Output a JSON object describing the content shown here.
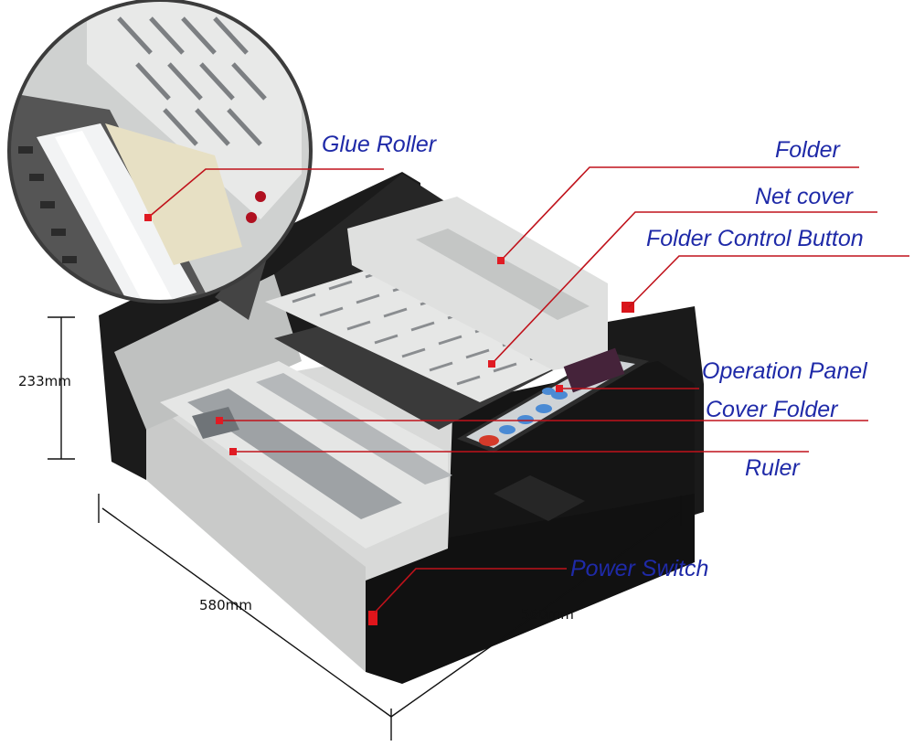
{
  "callouts": {
    "glue_roller": "Glue Roller",
    "folder": "Folder",
    "net_cover": "Net cover",
    "folder_control_button": "Folder Control Button",
    "operation_panel": "Operation Panel",
    "cover_folder": "Cover Folder",
    "ruler": "Ruler",
    "power_switch": "Power Switch"
  },
  "dimensions": {
    "height": "233mm",
    "length": "580mm",
    "width": "560mm"
  },
  "colors": {
    "label_text": "#1f2aa8",
    "leader_line": "#c0121b",
    "marker": "#e01b23",
    "machine_body": "#1a1a1a",
    "machine_panel": "#dcdddc"
  }
}
